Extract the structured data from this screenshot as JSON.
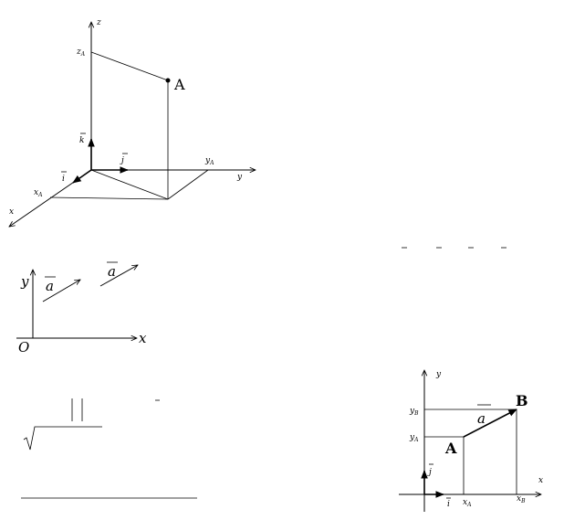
{
  "fig3d": {
    "axis_z": "z",
    "axis_y": "y",
    "axis_x": "x",
    "label_zA": "z",
    "label_zA_sub": "A",
    "label_yA": "y",
    "label_yA_sub": "A",
    "label_xA": "x",
    "label_xA_sub": "A",
    "point_A": "A",
    "unit_i": "i",
    "unit_j": "j",
    "unit_k": "k"
  },
  "fig2d_vectors": {
    "axis_y": "y",
    "axis_x": "x",
    "origin": "O",
    "vector_1": "a",
    "vector_2": "a"
  },
  "fig_ab": {
    "axis_y": "y",
    "axis_x": "x",
    "label_yB": "y",
    "label_yB_sub": "B",
    "label_yA": "y",
    "label_yA_sub": "A",
    "label_xA": "x",
    "label_xA_sub": "A",
    "label_xB": "x",
    "label_xB_sub": "B",
    "point_A": "A",
    "point_B": "B",
    "vector": "a",
    "unit_i": "i",
    "unit_j": "j"
  },
  "colors": {
    "ink": "#000000",
    "background": "#ffffff"
  }
}
